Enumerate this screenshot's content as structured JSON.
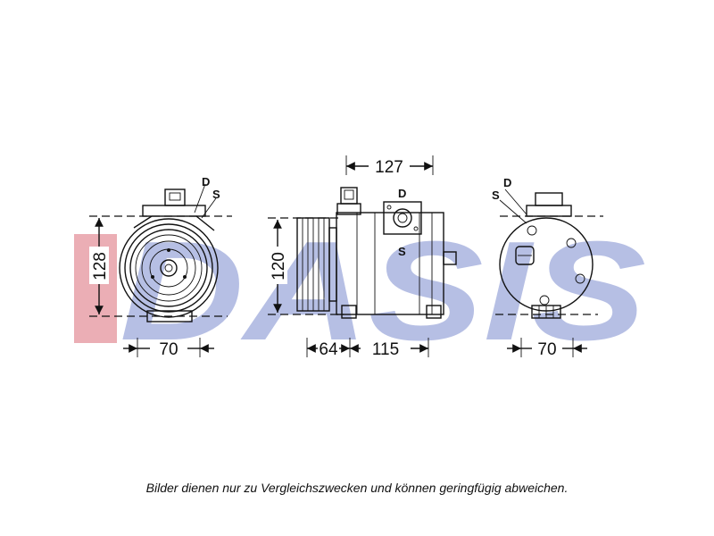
{
  "watermark": {
    "text": "DASIS",
    "colors": {
      "red": "#e8a0a8",
      "blue": "#aab4e0"
    }
  },
  "views": {
    "front": {
      "height_dim": "128",
      "width_dim": "70",
      "label_d": "D",
      "label_s": "S"
    },
    "side": {
      "top_dim": "127",
      "height_dim": "120",
      "left_dim": "64",
      "right_dim": "115",
      "label_d": "D",
      "label_s": "S"
    },
    "rear": {
      "width_dim": "70",
      "label_d": "D",
      "label_s": "S"
    }
  },
  "caption": "Bilder dienen nur zu Vergleichszwecken und können geringfügig abweichen."
}
